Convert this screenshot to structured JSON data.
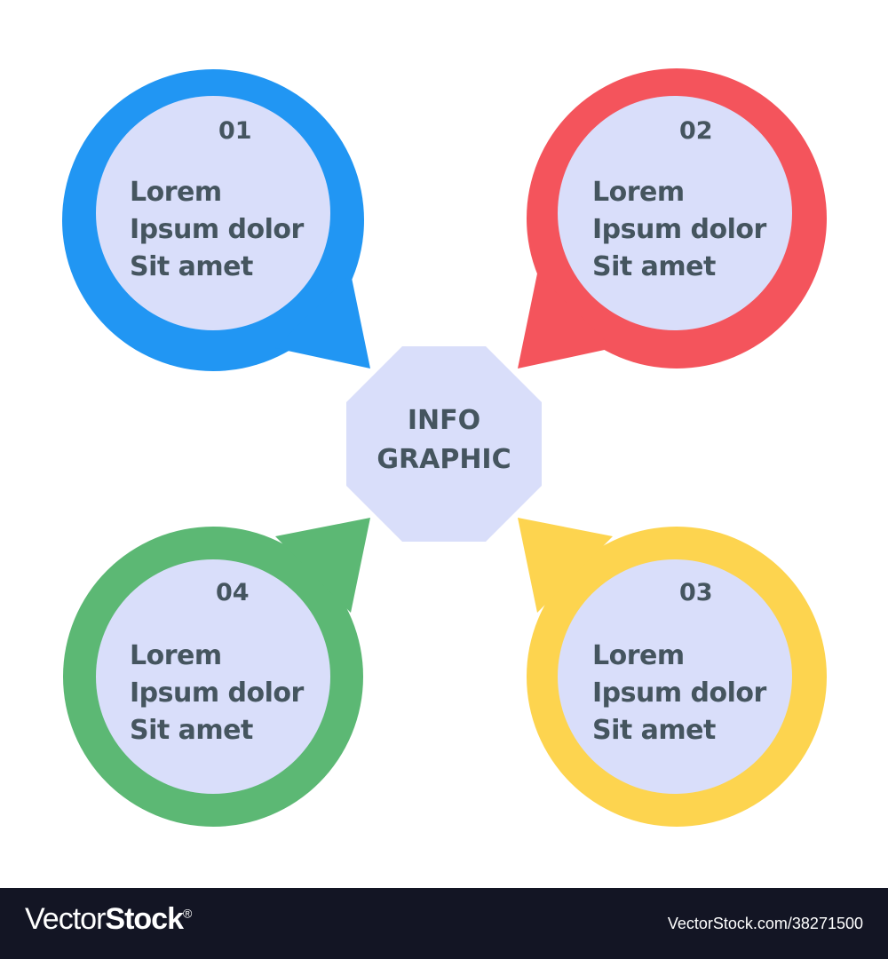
{
  "colors": {
    "blue": "#2196f3",
    "red": "#f4545c",
    "yellow": "#fdd44f",
    "green": "#5cb874",
    "inner": "#d9defa",
    "text": "#45555f",
    "footer_bg": "#131524"
  },
  "center": {
    "line1": "INFO",
    "line2": "GRAPHIC"
  },
  "items": [
    {
      "number": "01",
      "line1": "Lorem",
      "line2": "Ipsum dolor",
      "line3": "Sit amet",
      "color": "blue"
    },
    {
      "number": "02",
      "line1": "Lorem",
      "line2": "Ipsum dolor",
      "line3": "Sit amet",
      "color": "red"
    },
    {
      "number": "03",
      "line1": "Lorem",
      "line2": "Ipsum dolor",
      "line3": "Sit amet",
      "color": "yellow"
    },
    {
      "number": "04",
      "line1": "Lorem",
      "line2": "Ipsum dolor",
      "line3": "Sit amet",
      "color": "green"
    }
  ],
  "footer": {
    "brand_light": "Vector",
    "brand_bold": "Stock",
    "registered": "®",
    "url": "VectorStock.com/38271500"
  }
}
